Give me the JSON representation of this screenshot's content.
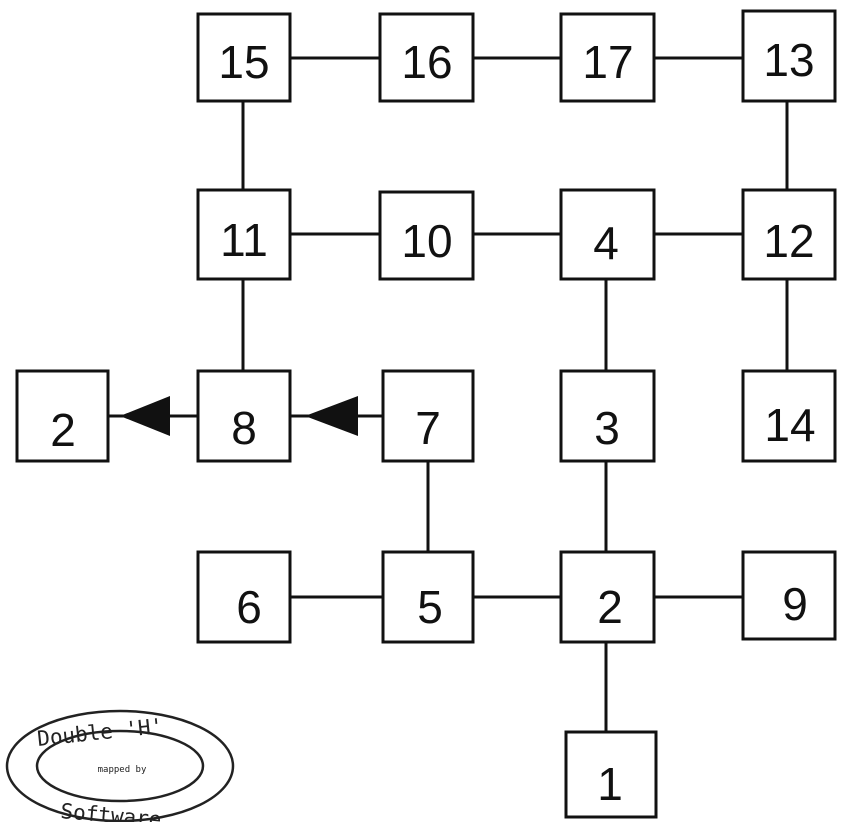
{
  "rooms": {
    "r15": "15",
    "r16": "16",
    "r17": "17",
    "r13": "13",
    "r11": "11",
    "r10": "10",
    "r4": "4",
    "r12": "12",
    "r2_exit": "2",
    "r8": "8",
    "r7": "7",
    "r3": "3",
    "r14": "14",
    "r6": "6",
    "r5": "5",
    "r2": "2",
    "r9": "9",
    "r1": "1"
  },
  "stamp": {
    "top": "Double 'H'",
    "middle": "mapped by",
    "bottom": "Software"
  }
}
